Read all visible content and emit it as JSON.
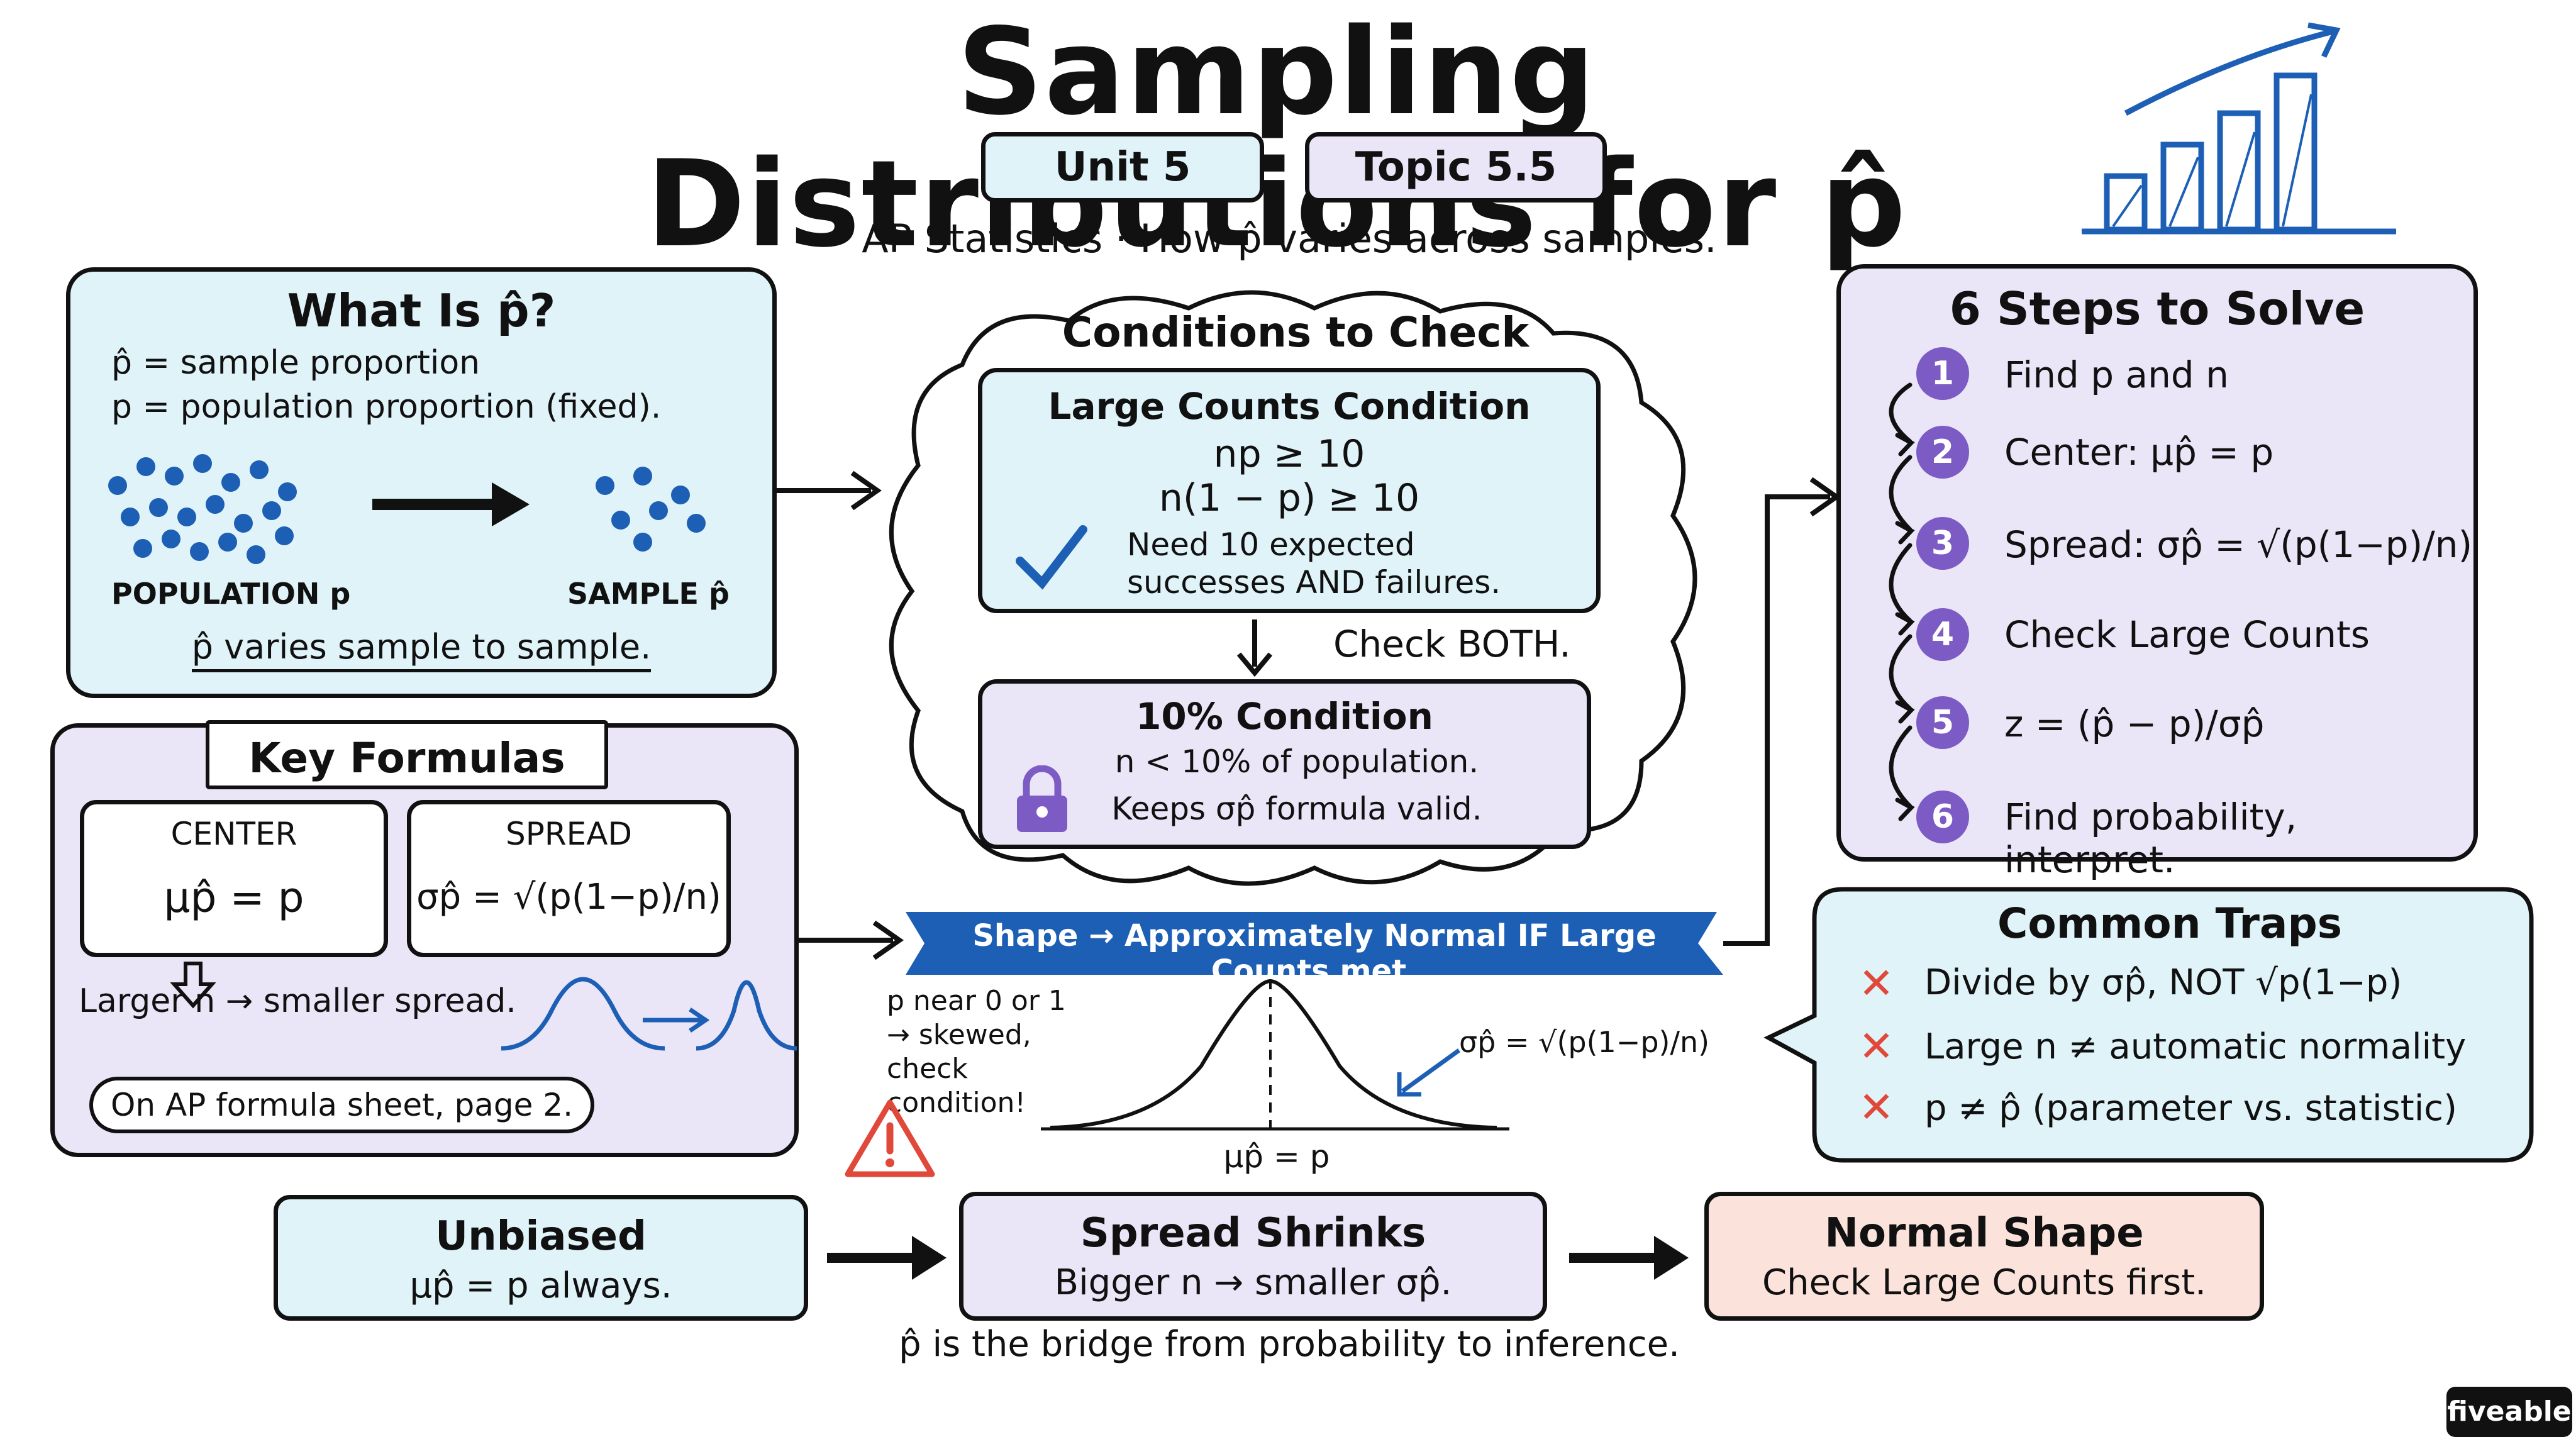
{
  "title": "Sampling Distributions for p̂",
  "badges": {
    "unit": "Unit 5",
    "topic": "Topic 5.5"
  },
  "subtitle": "AP Statistics · How p̂ varies across samples.",
  "what_is": {
    "heading": "What Is p̂?",
    "line1": "p̂ = sample proportion",
    "line2": "p = population proportion (fixed).",
    "population_label": "POPULATION p",
    "sample_label": "SAMPLE p̂",
    "footer": "p̂ varies sample to sample."
  },
  "conditions": {
    "heading": "Conditions to Check",
    "large_counts": {
      "heading": "Large Counts Condition",
      "line1": "np ≥ 10",
      "line2": "n(1 − p) ≥ 10",
      "note1": "Need 10 expected",
      "note2": "successes AND failures."
    },
    "check_both": "Check BOTH.",
    "ten_percent": {
      "heading": "10% Condition",
      "line1": "n < 10% of population.",
      "line2": "Keeps σp̂ formula valid."
    }
  },
  "steps": {
    "heading": "6 Steps to Solve",
    "items": [
      {
        "n": "1",
        "text": "Find p and n"
      },
      {
        "n": "2",
        "text": "Center: μp̂ = p"
      },
      {
        "n": "3",
        "text": "Spread: σp̂ = √(p(1−p)/n)"
      },
      {
        "n": "4",
        "text": "Check Large Counts"
      },
      {
        "n": "5",
        "text": "z = (p̂ − p)/σp̂"
      },
      {
        "n": "6",
        "text": "Find probability, interpret."
      }
    ]
  },
  "key_formulas": {
    "heading": "Key Formulas",
    "center_label": "CENTER",
    "center_formula": "μp̂ = p",
    "spread_label": "SPREAD",
    "spread_formula": "σp̂ = √(p(1−p)/n)",
    "larger_n": "Larger n → smaller spread.",
    "sheet_note": "On AP formula sheet, page 2."
  },
  "shape": {
    "banner": "Shape → Approximately Normal IF Large Counts met.",
    "skew_note": "p near 0 or 1 → skewed, check condition!",
    "sigma_label": "σp̂ = √(p(1−p)/n)",
    "mu_label": "μp̂ = p"
  },
  "traps": {
    "heading": "Common Traps",
    "items": [
      "Divide by σp̂, NOT √p(1−p)",
      "Large n ≠ automatic normality",
      "p ≠ p̂ (parameter vs. statistic)"
    ]
  },
  "bottom": {
    "unbiased": {
      "title": "Unbiased",
      "text": "μp̂ = p always."
    },
    "spread": {
      "title": "Spread Shrinks",
      "text": "Bigger n → smaller σp̂."
    },
    "normal": {
      "title": "Normal Shape",
      "text": "Check Large Counts first."
    },
    "footer": "p̂ is the bridge from probability to inference."
  },
  "brand": "fiveable",
  "colors": {
    "blue_fill": "#dff3f8",
    "lavender_fill": "#ebe5f8",
    "peach_fill": "#fbe3dc",
    "accent_blue": "#1d5fb5",
    "step_purple": "#7d5bc4",
    "trap_red": "#e0483a"
  }
}
